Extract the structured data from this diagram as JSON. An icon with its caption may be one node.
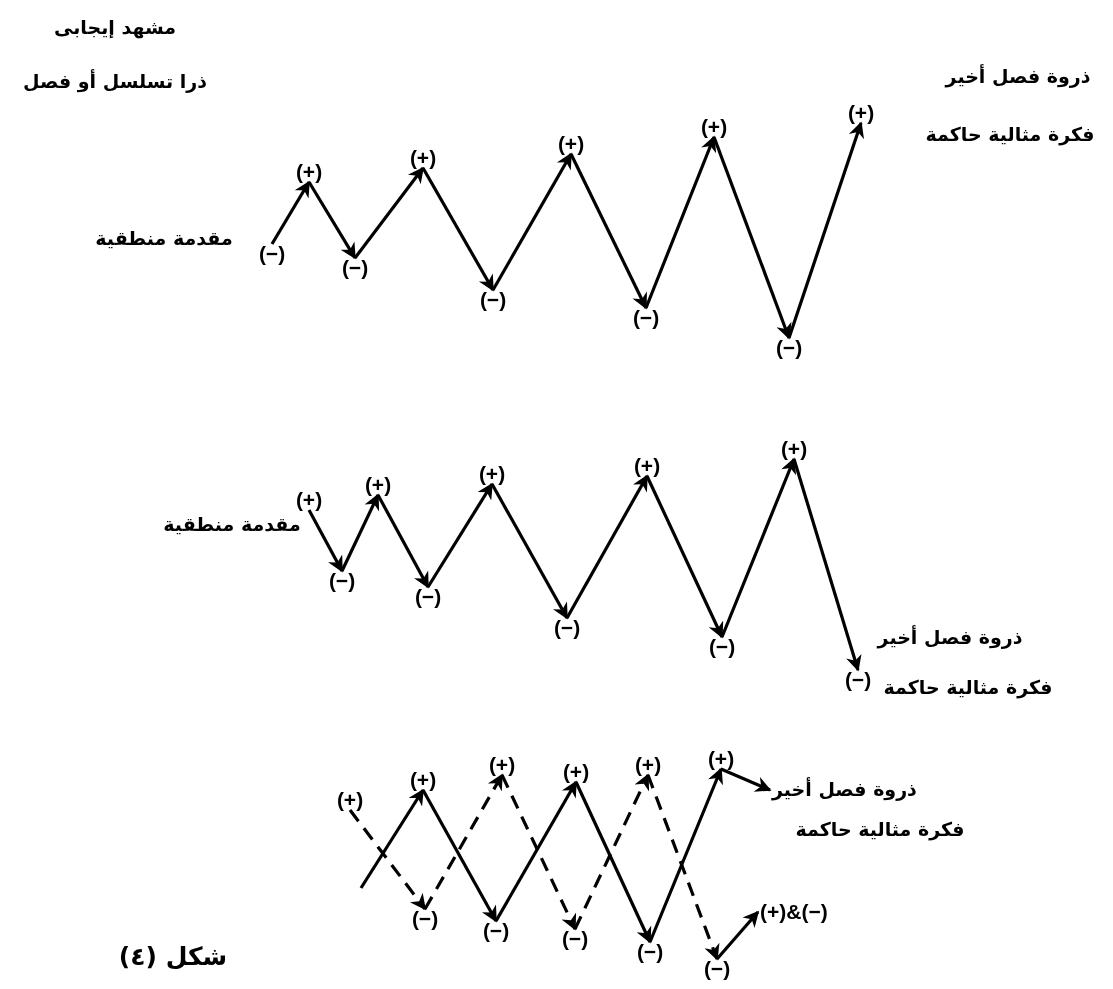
{
  "diagram": {
    "caption": "شكل (٤)",
    "nodes": [
      {
        "text": [
          "(−)"
        ]
      },
      {
        "text": [
          "(+)"
        ]
      },
      {
        "text": [
          "(−)"
        ]
      },
      {
        "text": [
          "(+)"
        ]
      },
      {
        "text": [
          "(−)"
        ]
      },
      {
        "text": [
          "(+)"
        ]
      },
      {
        "text": [
          "(−)"
        ]
      },
      {
        "text": [
          "(+)"
        ]
      },
      {
        "text": [
          "(−)"
        ]
      },
      {
        "text": [
          "(+)"
        ]
      },
      {
        "text": [
          "(+)"
        ]
      },
      {
        "text": [
          "(−)"
        ]
      },
      {
        "text": [
          "(+)"
        ]
      },
      {
        "text": [
          "(−)"
        ]
      },
      {
        "text": [
          "(+)"
        ]
      },
      {
        "text": [
          "(−)"
        ]
      },
      {
        "text": [
          "(+)"
        ]
      },
      {
        "text": [
          "(−)"
        ]
      },
      {
        "text": [
          "(+)"
        ]
      },
      {
        "text": [
          "(−)"
        ]
      },
      {
        "text": [
          "(+)"
        ]
      },
      {
        "text": [
          "(+)"
        ]
      },
      {
        "text": [
          "(−)"
        ]
      },
      {
        "text": [
          "(−)"
        ]
      },
      {
        "text": [
          "(+)"
        ]
      },
      {
        "text": [
          "(+)"
        ]
      },
      {
        "text": [
          "(−)"
        ]
      },
      {
        "text": [
          "(−)"
        ]
      },
      {
        "text": [
          "(+)"
        ]
      },
      {
        "text": [
          "(+)"
        ]
      },
      {
        "text": [
          "(−)"
        ]
      },
      {
        "text": [
          "ذروة فصل أخير"
        ]
      },
      {
        "text": [
          "(+)&(−)"
        ]
      }
    ],
    "edges": [
      {
        "from": 0,
        "to": 1,
        "arrow": "to"
      },
      {
        "from": 1,
        "to": 2,
        "arrow": "to"
      },
      {
        "from": 2,
        "to": 3,
        "arrow": "to"
      },
      {
        "from": 3,
        "to": 4,
        "arrow": "to"
      },
      {
        "from": 4,
        "to": 5,
        "arrow": "to"
      },
      {
        "from": 5,
        "to": 6,
        "arrow": "to"
      },
      {
        "from": 6,
        "to": 7,
        "arrow": "to"
      },
      {
        "from": 7,
        "to": 8,
        "arrow": "to"
      },
      {
        "from": 8,
        "to": 9,
        "arrow": "to"
      },
      {
        "from": 10,
        "to": 11,
        "arrow": "to"
      },
      {
        "from": 11,
        "to": 12,
        "arrow": "to"
      },
      {
        "from": 12,
        "to": 13,
        "arrow": "to"
      },
      {
        "from": 13,
        "to": 14,
        "arrow": "to"
      },
      {
        "from": 14,
        "to": 15,
        "arrow": "to"
      },
      {
        "from": 15,
        "to": 16,
        "arrow": "to"
      },
      {
        "from": 16,
        "to": 17,
        "arrow": "to"
      },
      {
        "from": 17,
        "to": 18,
        "arrow": "to"
      },
      {
        "from": 18,
        "to": 19,
        "arrow": "to"
      },
      {
        "from": null,
        "to": 21,
        "arrow": "to"
      },
      {
        "from": 21,
        "to": 23,
        "arrow": "to"
      },
      {
        "from": 23,
        "to": 25,
        "arrow": "to"
      },
      {
        "from": 25,
        "to": 27,
        "arrow": "to"
      },
      {
        "from": 27,
        "to": 29,
        "arrow": "to"
      },
      {
        "from": 29,
        "to": 31,
        "arrow": "to"
      },
      {
        "from": 20,
        "to": 22,
        "arrow": "to",
        "style": "dashed"
      },
      {
        "from": 22,
        "to": 24,
        "arrow": "to",
        "style": "dashed"
      },
      {
        "from": 24,
        "to": 26,
        "arrow": "to",
        "style": "dashed"
      },
      {
        "from": 26,
        "to": 28,
        "arrow": "to",
        "style": "dashed"
      },
      {
        "from": 28,
        "to": 30,
        "arrow": "to",
        "style": "dashed"
      },
      {
        "from": 30,
        "to": 32,
        "arrow": "to"
      }
    ],
    "labels": [
      "مشهد إيجابى",
      "ذرا تسلسل أو فصل",
      "ذروة فصل أخير",
      "فكرة مثالية حاكمة",
      "مقدمة منطقية",
      "مقدمة منطقية",
      "ذروة فصل أخير",
      "فكرة مثالية حاكمة",
      "فكرة مثالية حاكمة"
    ]
  }
}
